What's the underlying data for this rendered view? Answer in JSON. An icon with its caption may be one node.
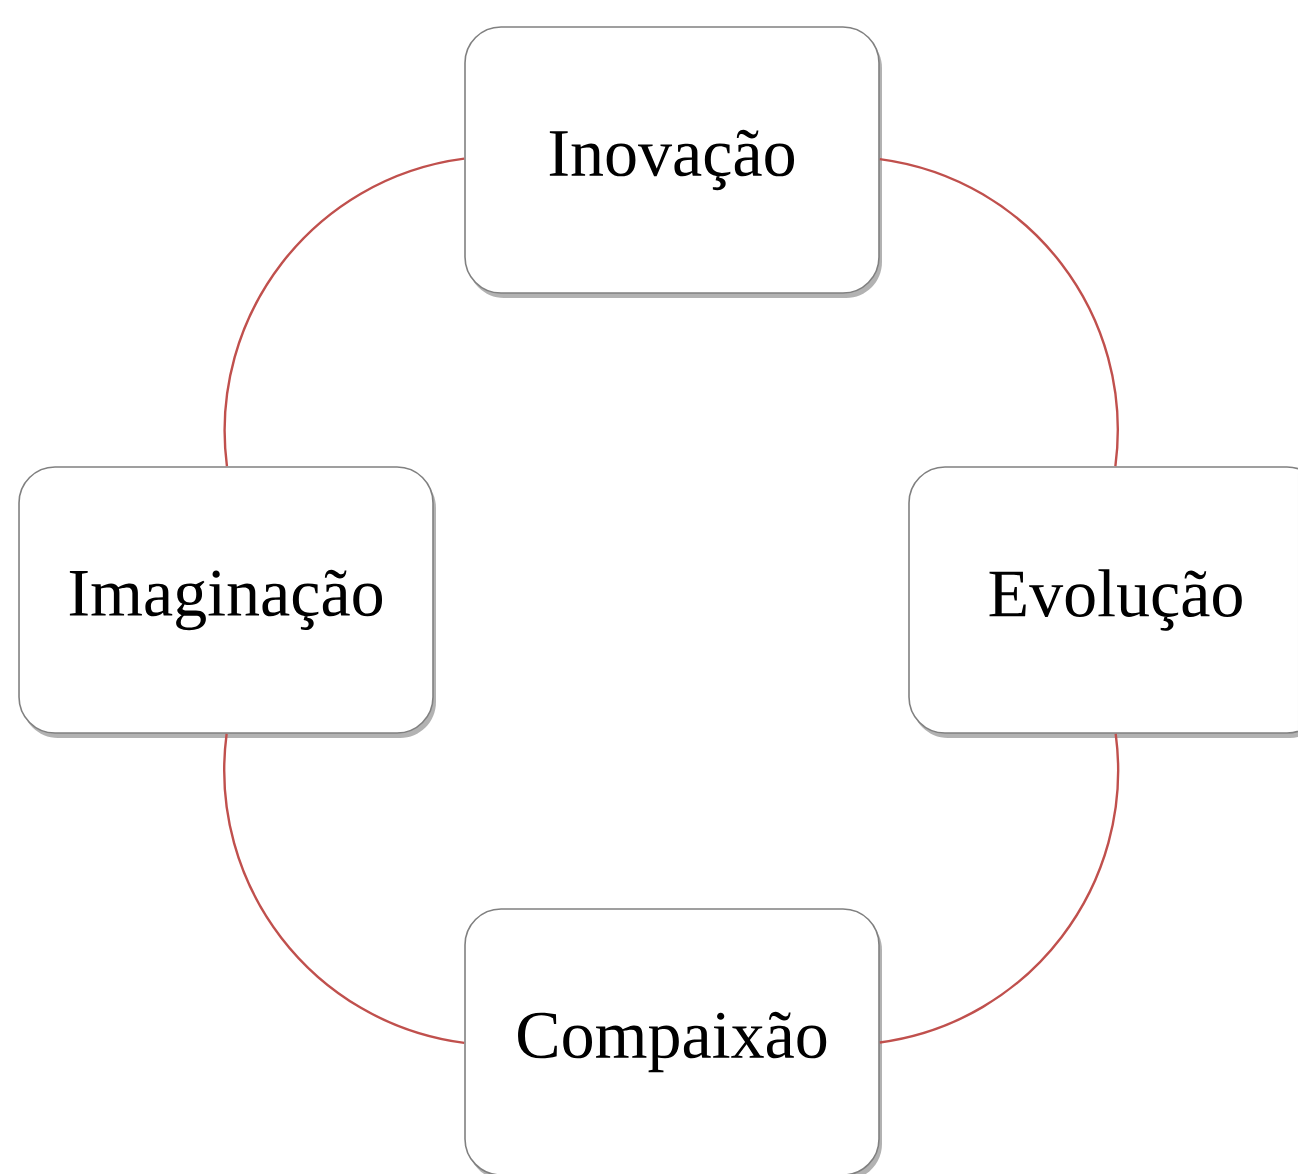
{
  "diagram": {
    "nodes": [
      {
        "text": [
          "Inovação"
        ]
      },
      {
        "text": [
          "Imaginação"
        ]
      },
      {
        "text": [
          "Evolução"
        ]
      },
      {
        "text": [
          "Compaixão"
        ]
      }
    ],
    "edges": [
      {
        "from": 0,
        "to": 2,
        "arrow": "none"
      },
      {
        "from": 2,
        "to": 3,
        "arrow": "none"
      },
      {
        "from": 3,
        "to": 1,
        "arrow": "none"
      },
      {
        "from": 1,
        "to": 0,
        "arrow": "none"
      }
    ]
  }
}
